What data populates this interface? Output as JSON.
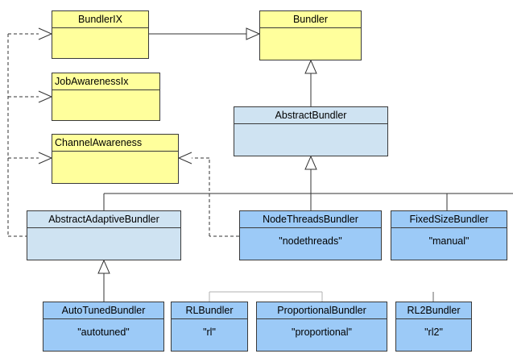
{
  "classes": {
    "bundler_ix": {
      "name": "BundlerIX"
    },
    "bundler": {
      "name": "Bundler"
    },
    "job_awareness": {
      "name": "JobAwarenessIx"
    },
    "channel_awareness": {
      "name": "ChannelAwareness"
    },
    "abstract_bundler": {
      "name": "AbstractBundler"
    },
    "abstract_adaptive_bundler": {
      "name": "AbstractAdaptiveBundler"
    },
    "node_threads_bundler": {
      "name": "NodeThreadsBundler",
      "value": "\"nodethreads\""
    },
    "fixed_size_bundler": {
      "name": "FixedSizeBundler",
      "value": "\"manual\""
    },
    "autotuned_bundler": {
      "name": "AutoTunedBundler",
      "value": "\"autotuned\""
    },
    "rl_bundler": {
      "name": "RLBundler",
      "value": "\"rl\""
    },
    "proportional_bundler": {
      "name": "ProportionalBundler",
      "value": "\"proportional\""
    },
    "rl2_bundler": {
      "name": "RL2Bundler",
      "value": "\"rl2\""
    }
  },
  "colors": {
    "interface_fill": "#ffff9c",
    "abstract_fill": "#cfe3f2",
    "concrete_fill": "#9ccaf7",
    "border": "#3a3a3a",
    "line": "#333333"
  }
}
